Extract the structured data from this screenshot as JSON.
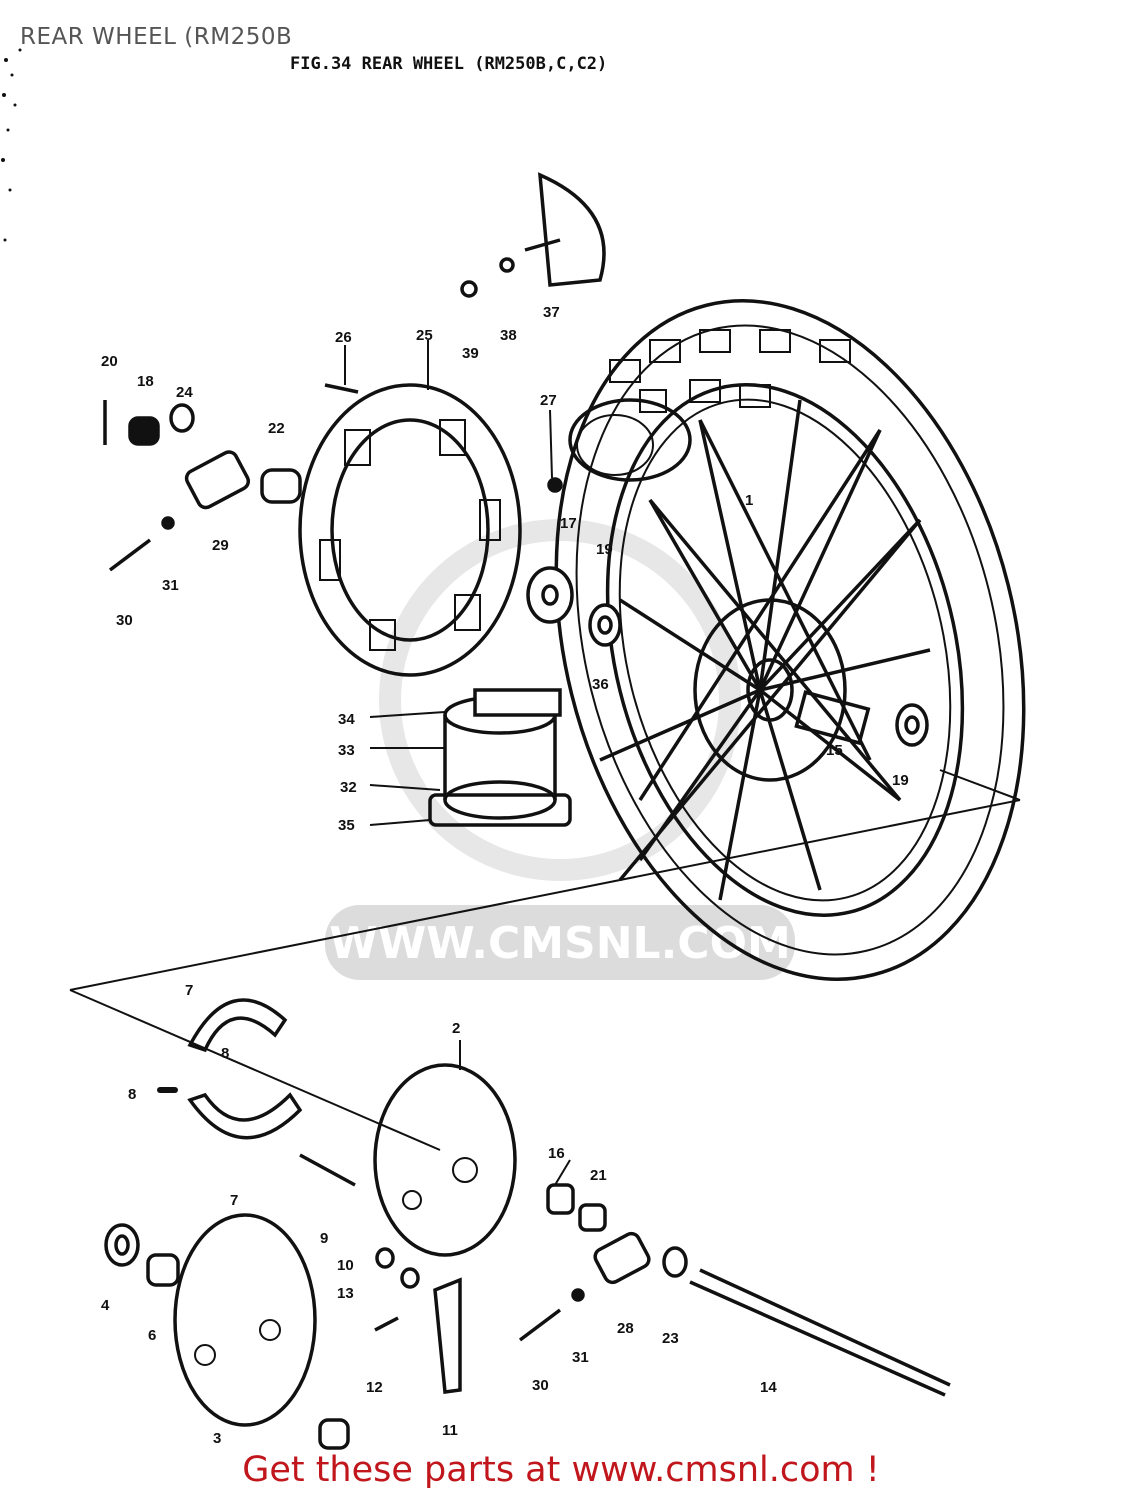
{
  "page_title": "REAR WHEEL (RM250B",
  "figure_title": "FIG.34   REAR WHEEL (RM250B,C,C2)",
  "watermark": "WWW.CMSNL.COM",
  "footer": "Get these parts at www.cmsnl.com !",
  "colors": {
    "footer": "#c0161c",
    "line": "#111111",
    "watermark": "#d9d9d9"
  },
  "part_numbers": [
    "1",
    "2",
    "3",
    "4",
    "6",
    "7",
    "7",
    "8",
    "8",
    "9",
    "10",
    "11",
    "12",
    "13",
    "14",
    "15",
    "16",
    "17",
    "18",
    "19",
    "19",
    "20",
    "21",
    "22",
    "23",
    "24",
    "25",
    "26",
    "27",
    "28",
    "29",
    "30",
    "30",
    "31",
    "31",
    "32",
    "33",
    "34",
    "35",
    "36",
    "37",
    "38",
    "39"
  ]
}
